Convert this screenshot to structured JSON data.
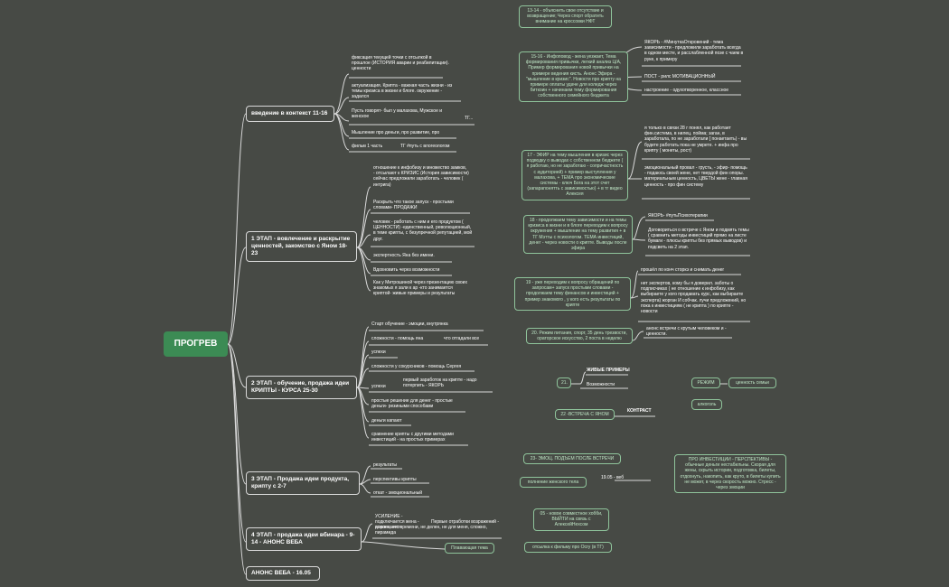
{
  "root": "ПРОГРЕВ",
  "branches": {
    "b1": "введение в контекст 11-16",
    "b2": "1 ЭТАП - вовлечение и раскрытие ценностей, закомство с Яном 18-23",
    "b3": "2 ЭТАП - обучение, продажа идеи КРИПТЫ - КУРСА 25-30",
    "b4": "3 ЭТАП - Продажа идеи продукта, крипту с 2-7",
    "b5": "4 ЭТАП - продажа идеи вбинара - 9-14 - АНОНС ВЕБА",
    "b6": "АНОНС ВЕБА - 16.05"
  },
  "leaves_b1": {
    "l1": "фиксация текущей точки с отсылкой в прошлое (ИСТОРИЯ аварии и реабилитации). ценности",
    "l2": "актуализация. Крипта - важная часть жизни - из темы кризиса в жизни и блоге. окружение - задался",
    "l3": "Пусть говорят- был у малахова, Мужское и женское",
    "l3b": "ТГ...",
    "l4": "Мышление про деньги, про развитие, про",
    "l5": "фильм 1 часть",
    "l5b": "ТГ #путь с влогеологом"
  },
  "leaves_b2": {
    "l1": "отношение к инфобизу и множество замков, - отсылают к КРИЗИС (История завис­имости) сейчас предложили заработать - человек ( интрига)",
    "l2": "Раскрыть что такое запуск - простыми словами- ПРОДАЖИ",
    "l3": "человек - работать с ним и его продуктом ( ЦЕННОСТИ) -единственный, революционный, в теме крипты, с безупречной репутацией, мой друг.",
    "l4": "экспертность Яна без имени.",
    "l5": "Вдохновить через возможности",
    "l6": "Как у Митрошиной через презентацию своих знакомых я зали к ар -кто занимается криптой- живые примеры и результаты"
  },
  "leaves_b3": {
    "l1": "Старт обучение - эмоции, внутрянка",
    "l2": "сложности - помощь яна",
    "l2b": "что отгадали все",
    "l3": "успехи",
    "l4": "сложности у сокурсников - помощь Сергея",
    "l5": "успехи",
    "l5b": "первый заработок на крипте - надо потерпить - ЯКОРЬ",
    "l6": "простые решение для денег - простые деньги- резиными способами",
    "l7": "деньги капают",
    "l8": "сравнение крипты с другими методами инвестиций - на простых примерах"
  },
  "leaves_b4": {
    "l1": "результаты",
    "l2": "перспективы крипты",
    "l3": "откат - эмоциональный"
  },
  "leaves_b5": {
    "l1": "УСИЛЕНИЕ - подключается жена - вовлекается",
    "l1b": "Первые отработки возражений - дорого, нет времени, не делен, не для меня, сложно, пирамида",
    "l2": "Плавающая тема"
  },
  "right": {
    "r1": "13-14 - объяснить свое отсутствие и возвращение; Через спорт обратить внимание на кроссовки НФТ",
    "r2": "15-16 - Инфоповод - жена уезжает, Тема формирования привычки, легкий анализ Ц/А, Пример формирования новой привычки на примере ведения кисть. Анонс Эфира - \"мышление в кризис\". Новости про крипту на примере оплаты удаче для коледж через биткоин + начинаем тему формирования собственного семейного бюджета",
    "r2a": "ЯКОРЬ - #МинуткаОткровений - тема зависимости - предложили заработать всегда в одном месте, и расслабленной позе с чаем в руке, к примеру",
    "r2b": "ПОСТ - рилс МОТИВАЦИОННЫЙ",
    "r2c": "настроение - одухотворенное, классное",
    "r3": "17 - ЭФИР на тему мышления в кризис через подводку о выводах с собственном бюджете ( я работаю, но не заработаю - сопричастность с аудиторией) + пример выступления у малахова, + ТЕМА про экономические системы - ключ Бога на этот счет (запарапонятть с зависимостью) + в тг видео Алексея",
    "r3a": "я только в связи 28 г понял, как работает фин.система, в нилец. пойма; заган, в заработала, по не заработали [ понаетаеть) - вы будете работать пока не умрете. + инфа про крипту ( монеты, рост)",
    "r3b": "эмоциональный провал - грусть, - эфир- помощь - подаюсь своей жене, нет твердой фин опоры. материальным ценность, ЦВЕТЫ жене - главная ценность - про фин систему",
    "r4": "18 - продолжаем тему зависимости и на темы кризиса в жизни и в блоге переходим к вопросу окружения + мышление на тему развития + в ТГ Мэтты с психологом. ТЕМА инвестиций, денег - через новости о крипте. Выводы после эфира",
    "r4a": "ЯКОРЬ- #путьПсихотерапии",
    "r4b": "Договориться о встрече с Яном и подмять темы ( сравнить методы инвестиций прямо на листе бумаги - плюсы крипты без прямых выводов) и подсветь на 2 этап.",
    "r5": "19 - уже переходим к вопросу обращений по запросам+ запуск простыми словами - продолжаем тему финансов и инвестиций + пример знакомого , у кого есть результаты по крипте",
    "r5a": "прошёл по конч сторкэ и снимать денег",
    "r5b": "нет экспертов, кому бы я доверил. заботы о подписчиках ( не отношение к инфобизу, как выбираете у кого продавать курс, как выбираете эксперта) жорган И собчак. лучи предложений, но пока к инвестициям ( не крипта ) по крипте - новости",
    "r6": "20. Режим питания, спорт, 35 день трезвости, ораторское искусство, 2 поста в неделю",
    "r6a": "анонс встречи с крутым человеком и - ценности.",
    "r7": "21.",
    "r7a": "ЖИВЫЕ ПРИМЕРЫ",
    "r7b": "Возможности",
    "r7c": "РЕЖИМ",
    "r7d": "ценность семьи",
    "r7e": "алкоголь",
    "r8": "22 -ВСТРЕЧА С ЯНОМ",
    "r8a": "КОНТРАСТ",
    "r9": "23- ЭМОЦ. ПОДЪЕМ ПОСЛЕ ВСТРЕЧИ",
    "r10": "полнение женского тела",
    "r10a": "19.05 - веб",
    "r11": "05 - новое совместное хобби, ВЫЙТИ на связь с АлексейНехсом",
    "r12": "отсылка к фильму про Осгу (в ТГ)",
    "r13": "ПРО ИНВЕСТИЦИИ - ПЕРСПЕКТИВЫ - обычные деньги нестабильны. Скорая для жены, скрыть истории, подготовка, билеты, отдохнуть, накопить, как круто, в билеты купить не может, в через скорость можно. Стресс - через эмоции"
  }
}
